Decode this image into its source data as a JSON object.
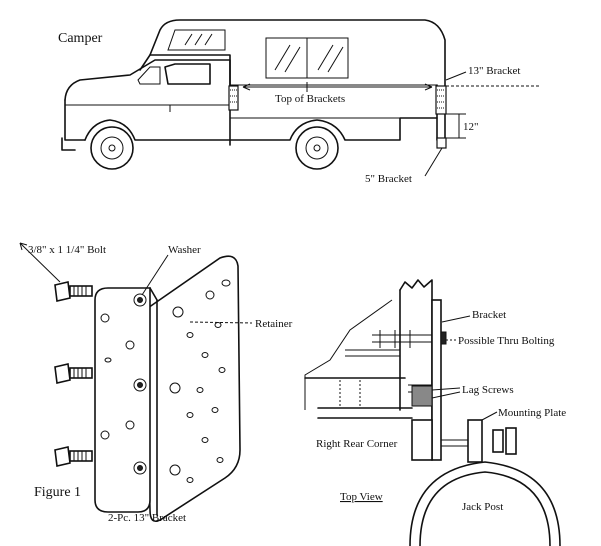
{
  "top": {
    "title": "Camper",
    "bracket_13": "13\" Bracket",
    "top_of_brackets": "Top of Brackets",
    "dim_12": "12\"",
    "bracket_5": "5\" Bracket"
  },
  "figure1": {
    "bolt": "3/8\" x 1 1/4\" Bolt",
    "washer": "Washer",
    "retainer": "Retainer",
    "figure_label": "Figure 1",
    "caption": "2-Pc. 13\" Bracket"
  },
  "topview": {
    "bracket": "Bracket",
    "thru_bolting": "Possible Thru Bolting",
    "lag_screws": "Lag Screws",
    "mounting_plate": "Mounting Plate",
    "right_rear_corner": "Right Rear Corner",
    "view_label": "Top View",
    "jack_post": "Jack Post"
  }
}
